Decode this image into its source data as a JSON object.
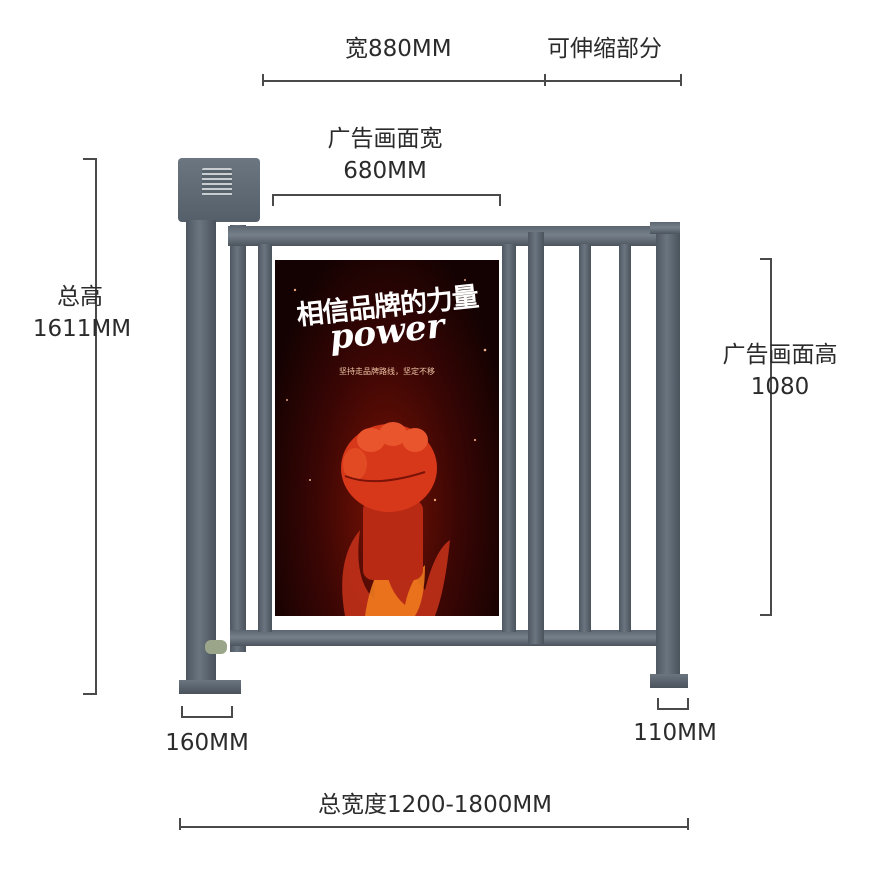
{
  "labels": {
    "width_880": "宽880MM",
    "retractable": "可伸缩部分",
    "ad_width_title": "广告画面宽",
    "ad_width_value": "680MM",
    "total_height_title": "总高",
    "total_height_value": "1611MM",
    "ad_height_title": "广告画面高",
    "ad_height_value": "1080",
    "left_post": "160MM",
    "right_post": "110MM",
    "total_width": "总宽度1200-1800MM"
  },
  "poster": {
    "headline": "相信品牌的力量",
    "script": "power",
    "subtitle": "坚持走品牌路线，坚定不移"
  },
  "colors": {
    "frame": "#5f6973",
    "dimension_line": "#4a4a4a",
    "poster_bg": "#2a0504",
    "fist": "#d8381a"
  }
}
